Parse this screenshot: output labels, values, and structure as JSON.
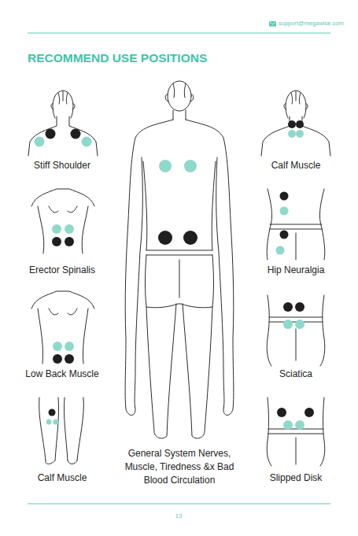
{
  "diagram": {
    "title": "RECOMMEND USE POSITIONS",
    "labels": [
      "support@megawise.com",
      "Stiff Shoulder",
      "Calf Muscle",
      "Erector Spinalis",
      "Hip Neuralgia",
      "Low Back Muscle",
      "Sciatica",
      "Calf Muscle",
      "General System Nerves, Muscle, Tiredness &x Bad Blood Circulation",
      "Slipped Disk",
      "13"
    ]
  }
}
